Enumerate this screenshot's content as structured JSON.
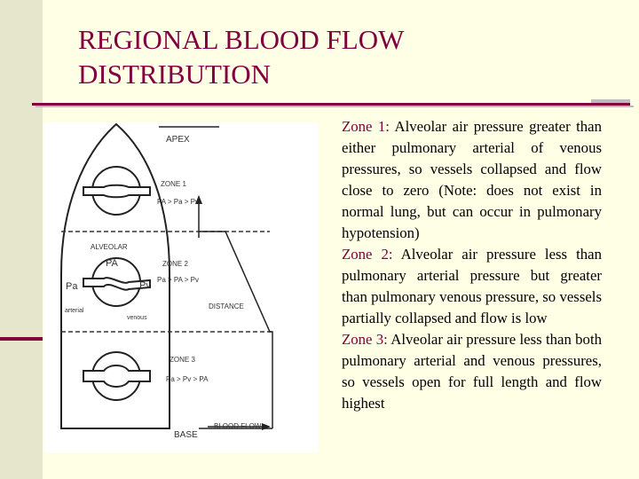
{
  "title": {
    "line1": "REGIONAL BLOOD FLOW",
    "line2": "DISTRIBUTION"
  },
  "diagram": {
    "apex_label": "APEX",
    "base_label": "BASE",
    "zone1_label": "ZONE 1",
    "zone1_formula": "PA > Pa > Pv",
    "zone2_label": "ZONE 2",
    "zone2_formula": "Pa > PA > Pv",
    "zone3_label": "ZONE 3",
    "zone3_formula": "Pa > Pv > PA",
    "alveolar_label": "ALVEOLAR",
    "pa_alveolar_label": "PA",
    "pa_arterial_label": "Pa",
    "pv_label": "Pv",
    "arterial_label": "arterial",
    "venous_label": "venous",
    "distance_label": "DISTANCE",
    "blood_flow_label": "BLOOD FLOW"
  },
  "zones": [
    {
      "name": "Zone 1:",
      "text": " Alveolar air pressure greater than either pulmonary arterial of venous pressures, so vessels collapsed and flow close to zero (Note: does not exist in normal lung, but can occur in pulmonary hypotension)"
    },
    {
      "name": "Zone 2:",
      "text": " Alveolar air pressure less than pulmonary arterial pressure but greater than pulmonary venous pressure, so vessels partially collapsed and flow is low"
    },
    {
      "name": "Zone 3:",
      "text": " Alveolar air pressure less than both pulmonary arterial and venous pressures, so vessels open for full length and flow highest"
    }
  ]
}
